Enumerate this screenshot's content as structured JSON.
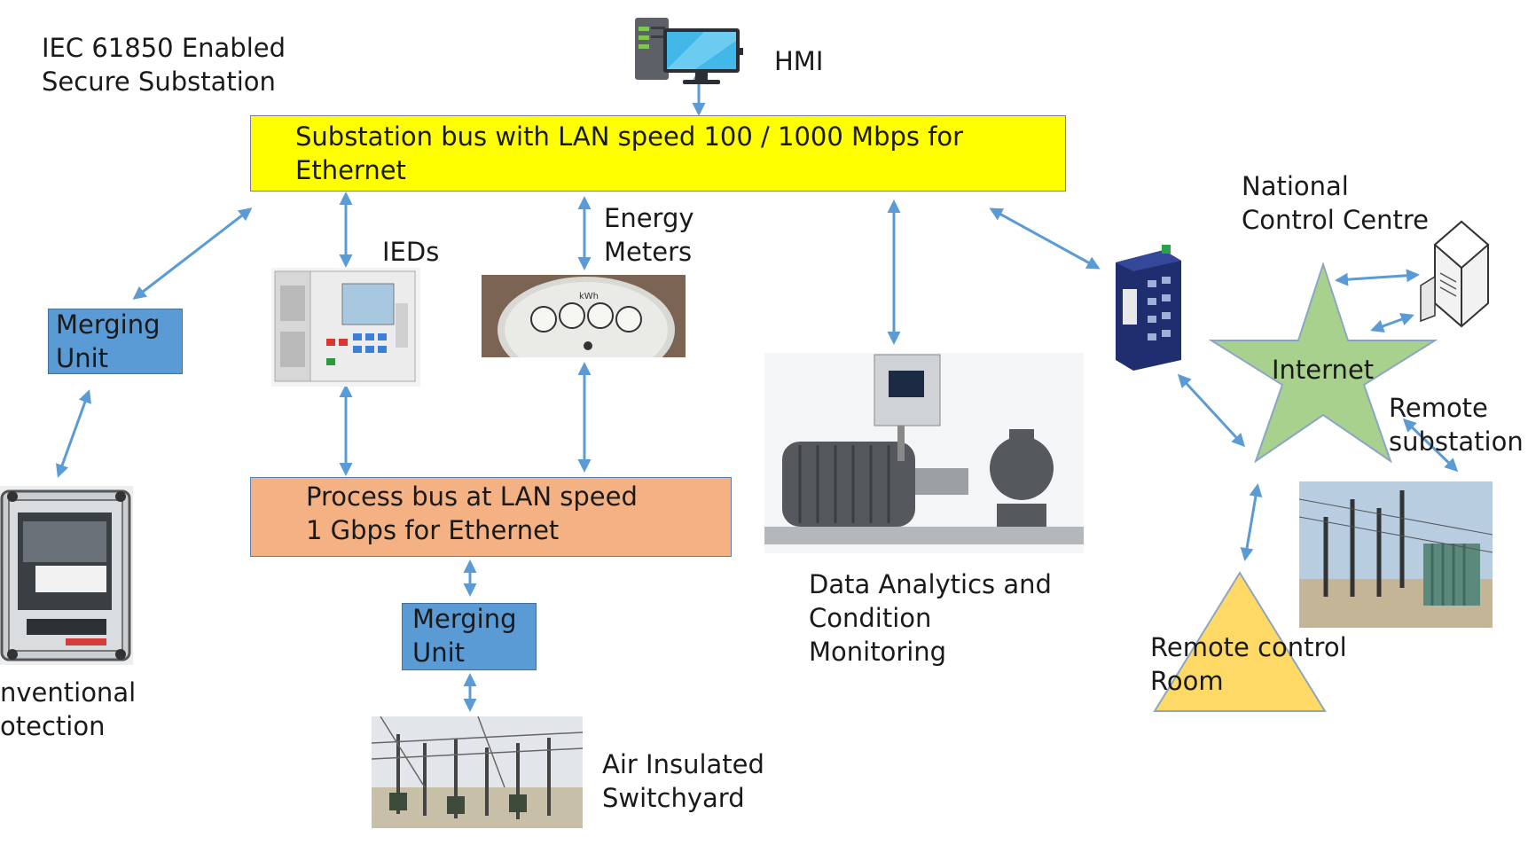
{
  "labels": {
    "title": "IEC 61850 Enabled\nSecure Substation",
    "hmi": "HMI",
    "substation_bus": "Substation bus with LAN speed 100 / 1000 Mbps for\nEthernet",
    "ieds": "IEDs",
    "energy_meters": "Energy\nMeters",
    "merging_unit_left": "Merging\nUnit",
    "merging_unit_bottom": "Merging\nUnit",
    "process_bus": "Process bus at LAN speed\n1 Gbps for Ethernet",
    "conventional_protection": "nventional\notection",
    "air_insulated": "Air Insulated\nSwitchyard",
    "data_analytics": "Data Analytics and\nCondition\nMonitoring",
    "national_control": "National\nControl Centre",
    "internet": "Internet",
    "remote_substation": "Remote\nsubstation",
    "remote_control_room": "Remote control\nRoom",
    "meter_kwh": "kWh"
  },
  "colors": {
    "arrow": "#5b9bd5",
    "substation_bus_fill": "#ffff00",
    "process_bus_fill": "#f4b183",
    "merging_unit_fill": "#5b9bd5",
    "internet_star_fill": "#a9d18e",
    "remote_room_triangle_fill": "#ffd966"
  },
  "icons": {
    "hmi": "computer-monitor-icon",
    "switch": "ethernet-switch-icon",
    "national_server": "server-icon"
  }
}
